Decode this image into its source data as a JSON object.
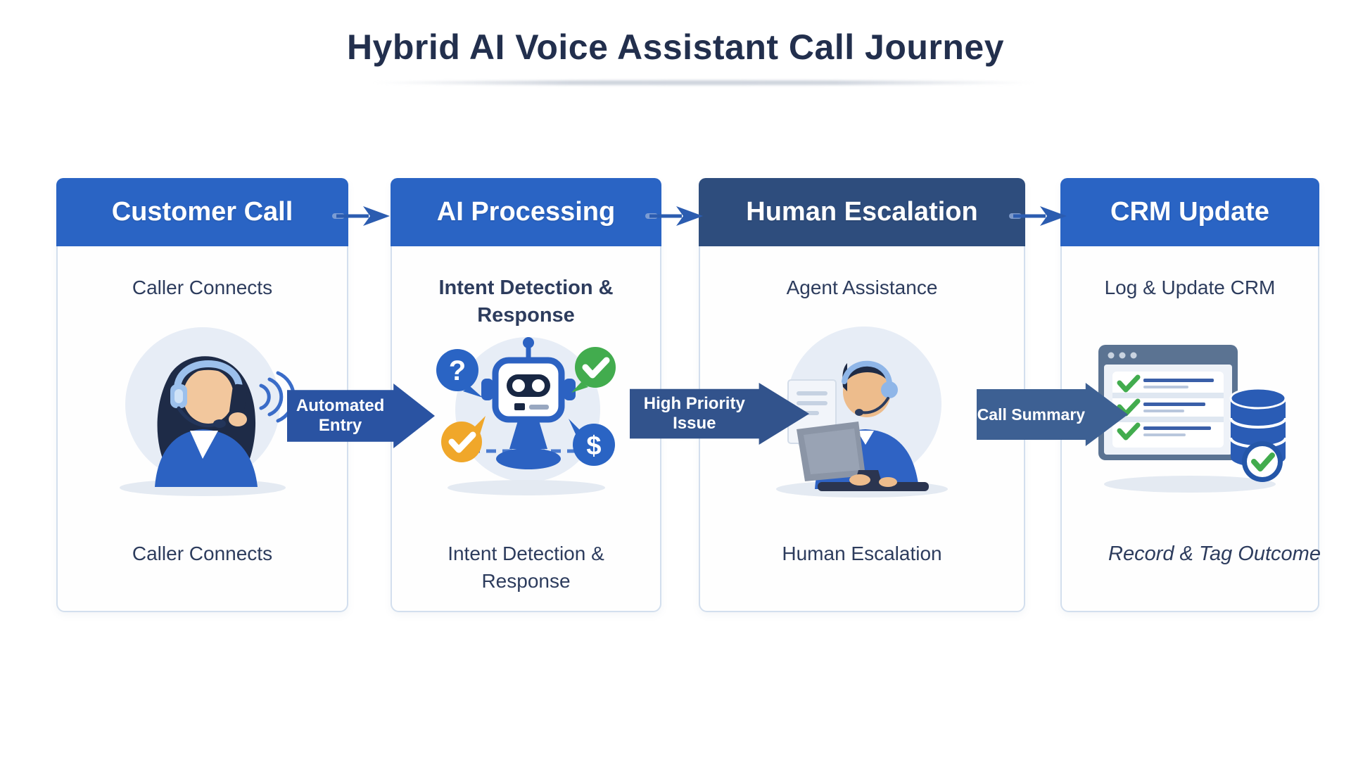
{
  "title": "Hybrid AI Voice Assistant Call Journey",
  "stages": [
    {
      "header": "Customer Call",
      "subtitle": "Caller Connects",
      "caption": "Caller Connects",
      "illustration": "caller-with-headset"
    },
    {
      "header": "AI Processing",
      "subtitle": "Intent Detection & Response",
      "caption": "Intent Detection & Response",
      "illustration": "chatbot-with-bubbles"
    },
    {
      "header": "Human Escalation",
      "subtitle": "Agent Assistance",
      "caption": "Human Escalation",
      "illustration": "agent-at-laptop"
    },
    {
      "header": "CRM Update",
      "subtitle": "Log & Update CRM",
      "caption": "Record & Tag Outcome",
      "illustration": "crm-checklist-database"
    }
  ],
  "connectors": [
    {
      "label": "Automated Entry"
    },
    {
      "label": "High Priority Issue"
    },
    {
      "label": "Call Summary"
    }
  ],
  "glyphs": {
    "question_mark": "?",
    "dollar_sign": "$"
  },
  "colors": {
    "header_blue": "#2a64c4",
    "header_navy": "#2e4d7d",
    "arrow_blue": "#2a53a2",
    "arrow_navy": "#32538c",
    "arrow_slate": "#3d6093",
    "text_dark": "#222f4d",
    "text_body": "#2d3c5d",
    "card_border": "#d3dfee",
    "card_bg": "#fefefe",
    "circle_bg": "#e7edf6",
    "green": "#42ac4e",
    "orange": "#f0a72a",
    "brand_blue": "#2c62c2",
    "db_blue": "#2a5cb5",
    "browser_slate": "#5b7392",
    "connector_blue": "#2b5cb0",
    "shadow_grey": "#e4eaf2",
    "skin": "#f2c79d",
    "hair_navy": "#1e2b47",
    "lightblue": "#9cc0ec"
  }
}
